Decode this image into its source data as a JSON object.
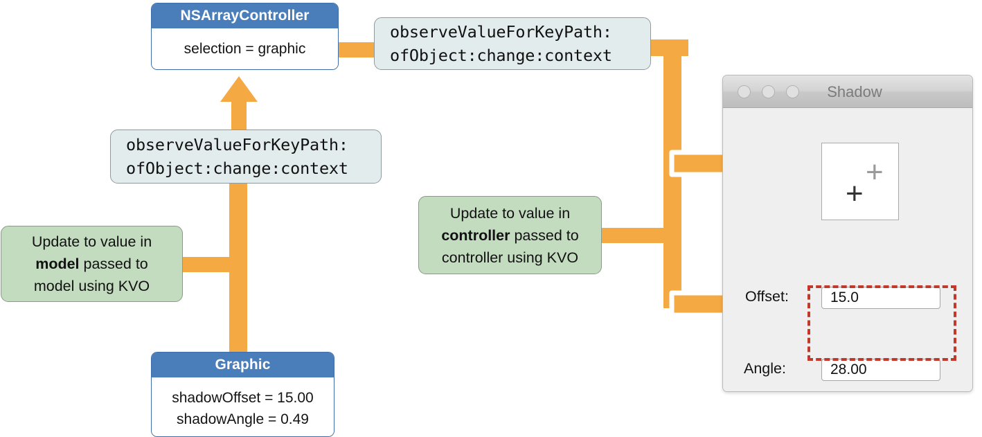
{
  "diagram": {
    "title": "KVO notification flow between model, controller, and view",
    "accent_orange": "#f4a942",
    "node_header_blue": "#4a7ebb",
    "callout_green": "#c3dcc0",
    "msgbox_blue_gray": "#e3eced",
    "highlight_red": "#c0392b"
  },
  "nodes": {
    "array_controller": {
      "header": "NSArrayController",
      "rows": [
        "selection = graphic"
      ]
    },
    "graphic": {
      "header": "Graphic",
      "rows": [
        "shadowOffset = 15.00",
        "shadowAngle = 0.49"
      ]
    }
  },
  "messages": {
    "top": {
      "line1": "observeValueForKeyPath:",
      "line2": "ofObject:change:context"
    },
    "left": {
      "line1": "observeValueForKeyPath:",
      "line2": "ofObject:change:context"
    }
  },
  "callouts": {
    "model": {
      "line1": "Update to value in",
      "line2_bold": "model",
      "line2_rest": " passed to",
      "line3": "model using KVO"
    },
    "controller": {
      "line1": "Update to value in",
      "line2_bold": "controller",
      "line2_rest": " passed to",
      "line3": "controller using KVO"
    }
  },
  "window": {
    "title": "Shadow",
    "traffic_lights": [
      "close-button",
      "minimize-button",
      "zoom-button"
    ],
    "preview": {
      "marker": "+",
      "shadow_marker": "+"
    },
    "fields": [
      {
        "label": "Offset:",
        "value": "15.0",
        "highlighted": false
      },
      {
        "label": "Angle:",
        "value": "28.00",
        "highlighted": true
      }
    ]
  }
}
